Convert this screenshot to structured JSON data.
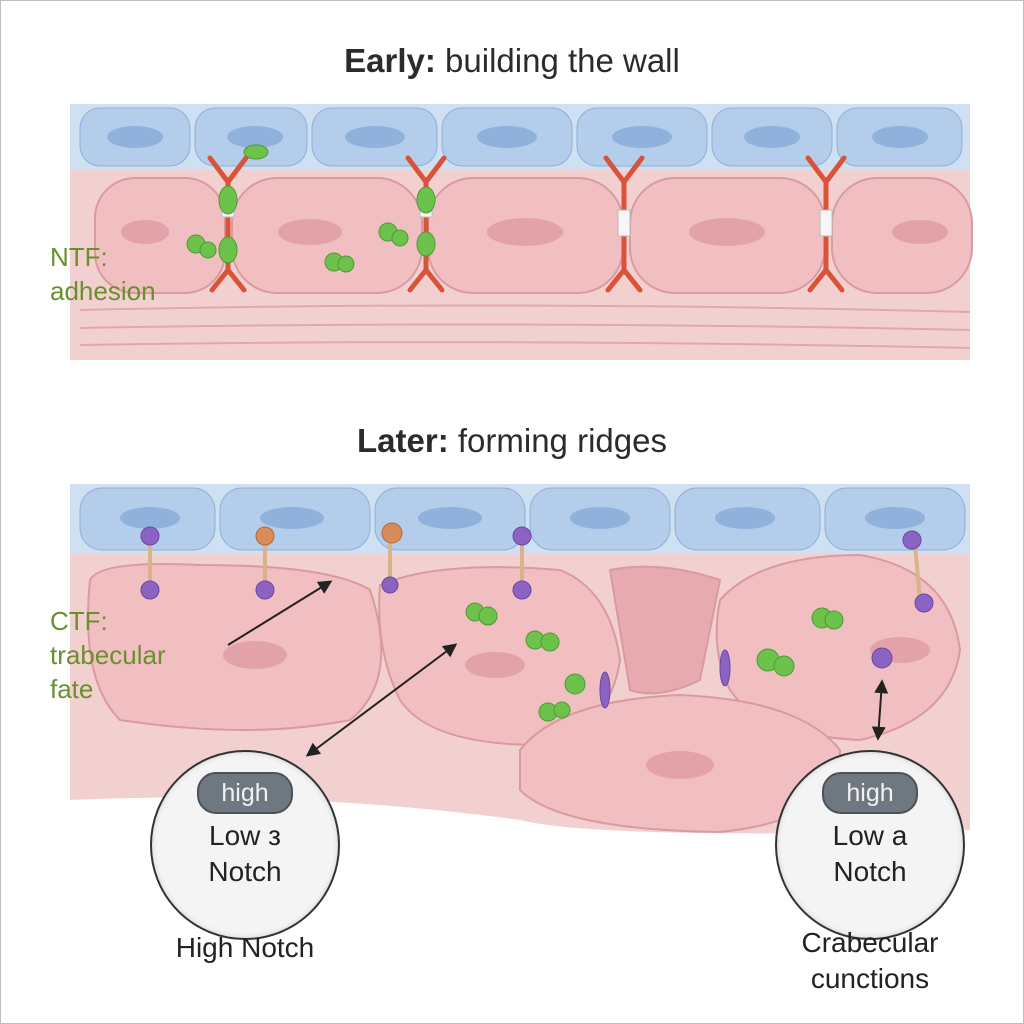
{
  "panels": {
    "early": {
      "title_bold": "Early:",
      "title_rest": "building the wall"
    },
    "later": {
      "title_bold": "Later:",
      "title_rest": "forming ridges"
    }
  },
  "labels": {
    "ntf_line1": "NTF:",
    "ntf_line2": "adhesion",
    "ctf_line1": "CTF:",
    "ctf_line2": "trabecular",
    "ctf_line3": "fate"
  },
  "circles": {
    "left": {
      "pill": "high",
      "line1": "Low з",
      "line2": "Notch"
    },
    "right": {
      "pill": "high",
      "line1": "Low а",
      "line2": "Notch"
    }
  },
  "bottom": {
    "left": "High Notch",
    "right_line1": "Crabecular",
    "right_line2": "cunctions"
  },
  "colors": {
    "endocardium": "#a9c6e8",
    "endocardium_nucleus": "#7fa6d6",
    "myocardium": "#f2c4c4",
    "myocardium_nucleus": "#e3a2aa",
    "ntf_receptor": "#d9533a",
    "ligand_green": "#6cc24a",
    "ctf_purple": "#8b63c2",
    "label_green": "#6a8f2e"
  }
}
